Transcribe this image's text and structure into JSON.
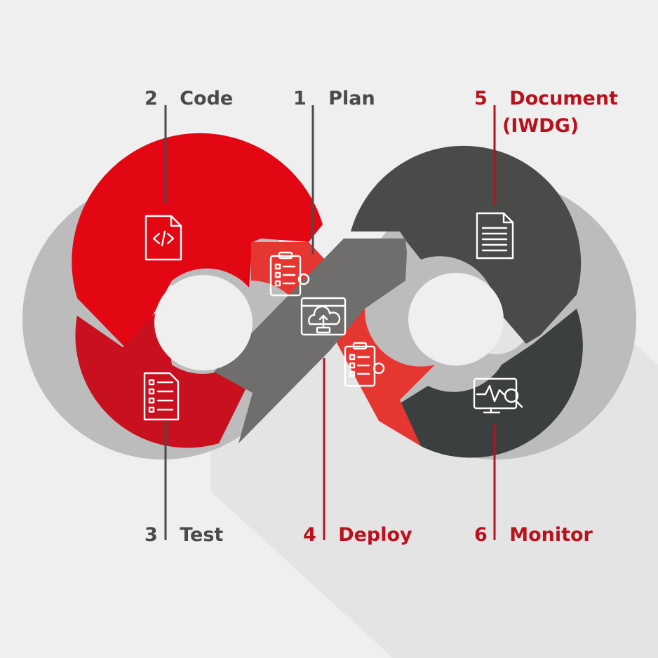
{
  "steps": [
    {
      "num": "1",
      "label": "Plan",
      "color": "#4a4a4a",
      "icon": "clipboard-gear-icon"
    },
    {
      "num": "2",
      "label": "Code",
      "color": "#4a4a4a",
      "icon": "code-file-icon"
    },
    {
      "num": "3",
      "label": "Test",
      "color": "#4a4a4a",
      "icon": "checklist-icon"
    },
    {
      "num": "4",
      "label": "Deploy",
      "color": "#b9121d",
      "icon": "cloud-upload-window-icon"
    },
    {
      "num": "5",
      "label": "Document",
      "label2": "(IWDG)",
      "color": "#b9121d",
      "icon": "document-icon"
    },
    {
      "num": "6",
      "label": "Monitor",
      "color": "#b9121d",
      "icon": "monitor-analytics-icon"
    }
  ],
  "colors": {
    "background": "#efefef",
    "red_bright": "#e30613",
    "red_dark": "#c8101e",
    "red_light": "#e63632",
    "grey_mid": "#6f6e6c",
    "grey_dark": "#4a4a49",
    "grey_darker": "#3c3f40",
    "outline": "#b9b9b9"
  }
}
